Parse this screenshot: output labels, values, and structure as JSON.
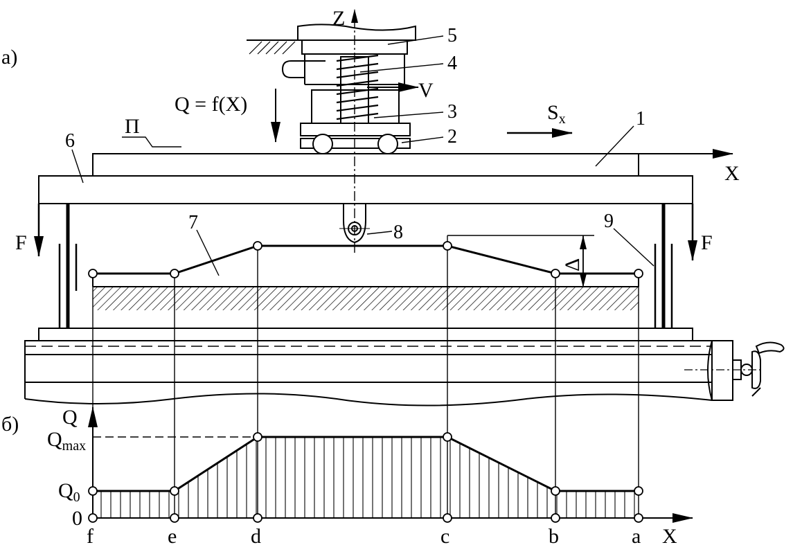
{
  "panels": {
    "a": "а)",
    "b": "б)"
  },
  "axes": {
    "z": "Z",
    "x_top": "X",
    "q": "Q",
    "x_bottom": "X"
  },
  "labels": {
    "load_formula": "Q = f(X)",
    "velocity": "V",
    "feed_main": "S",
    "feed_sub": "x",
    "plane": "П",
    "force_left": "F",
    "force_right": "F",
    "delta": "Δ"
  },
  "callouts": [
    "1",
    "2",
    "3",
    "4",
    "5",
    "6",
    "7",
    "8",
    "9"
  ],
  "graph": {
    "q_max_main": "Q",
    "q_max_sub": "max",
    "q0_main": "Q",
    "q0_sub": "0",
    "zero": "0",
    "points": [
      {
        "name": "f",
        "q": "Q0"
      },
      {
        "name": "e",
        "q": "Q0"
      },
      {
        "name": "d",
        "q": "Qmax"
      },
      {
        "name": "c",
        "q": "Qmax"
      },
      {
        "name": "b",
        "q": "Q0"
      },
      {
        "name": "a",
        "q": "Q0"
      }
    ]
  }
}
